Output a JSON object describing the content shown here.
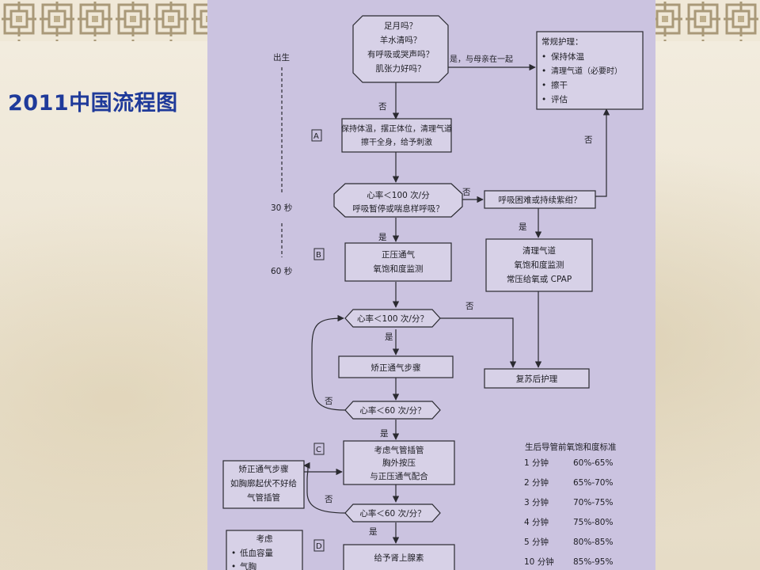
{
  "slide": {
    "title": "2011中国流程图"
  },
  "timeline": {
    "birth_label": "出生",
    "sec30_label": "30 秒",
    "sec60_label": "60 秒"
  },
  "step_markers": {
    "a": "A",
    "b": "B",
    "c": "C",
    "d": "D"
  },
  "assessment": {
    "lines": [
      "足月吗？",
      "羊水清吗？",
      "有呼吸或哭声吗？",
      "肌张力好吗？"
    ],
    "yes_label": "是，与母亲在一起",
    "no_label": "否"
  },
  "routine_care": {
    "title": "常规护理：",
    "items": [
      "保持体温",
      "清理气道（必要时）",
      "擦干",
      "评估"
    ]
  },
  "initial_steps": {
    "lines": [
      "保持体温，摆正体位，清理气道",
      "擦干全身，给予刺激"
    ]
  },
  "hr_check_1": {
    "lines": [
      "心率＜100 次/分",
      "呼吸暂停或喘息样呼吸？"
    ],
    "no_label": "否",
    "yes_label": "是"
  },
  "labored_breathing": {
    "text": "呼吸困难或持续紫绀？",
    "yes_label": "是",
    "no_label": "否"
  },
  "ppv": {
    "lines": [
      "正压通气",
      "氧饱和度监测"
    ]
  },
  "airway_cpap": {
    "lines": [
      "清理气道",
      "氧饱和度监测",
      "常压给氧或 CPAP"
    ]
  },
  "hr_check_2": {
    "text": "心率＜100 次/分？",
    "no_label": "否",
    "yes_label": "是"
  },
  "ventilation_correction": {
    "text": "矫正通气步骤"
  },
  "post_resuscitation": {
    "text": "复苏后护理"
  },
  "hr_check_3": {
    "text": "心率＜60 次/分？",
    "no_label": "否",
    "yes_label": "是"
  },
  "intubation": {
    "lines": [
      "考虑气管插管",
      "胸外按压",
      "与正压通气配合"
    ]
  },
  "side_correction": {
    "lines": [
      "矫正通气步骤",
      "如胸廓起伏不好给",
      "气管插管"
    ]
  },
  "hr_check_4": {
    "text": "心率＜60 次/分？",
    "no_label": "否",
    "yes_label": "是"
  },
  "consider": {
    "title": "考虑",
    "items": [
      "低血容量",
      "气胸"
    ]
  },
  "epinephrine": {
    "text": "给予肾上腺素"
  },
  "spo2_table": {
    "title": "生后导管前氧饱和度标准",
    "rows": [
      {
        "time": "1 分钟",
        "range": "60%-65%"
      },
      {
        "time": "2 分钟",
        "range": "65%-70%"
      },
      {
        "time": "3 分钟",
        "range": "70%-75%"
      },
      {
        "time": "4 分钟",
        "range": "75%-80%"
      },
      {
        "time": "5 分钟",
        "range": "80%-85%"
      },
      {
        "time": "10 分钟",
        "range": "85%-95%"
      }
    ]
  }
}
